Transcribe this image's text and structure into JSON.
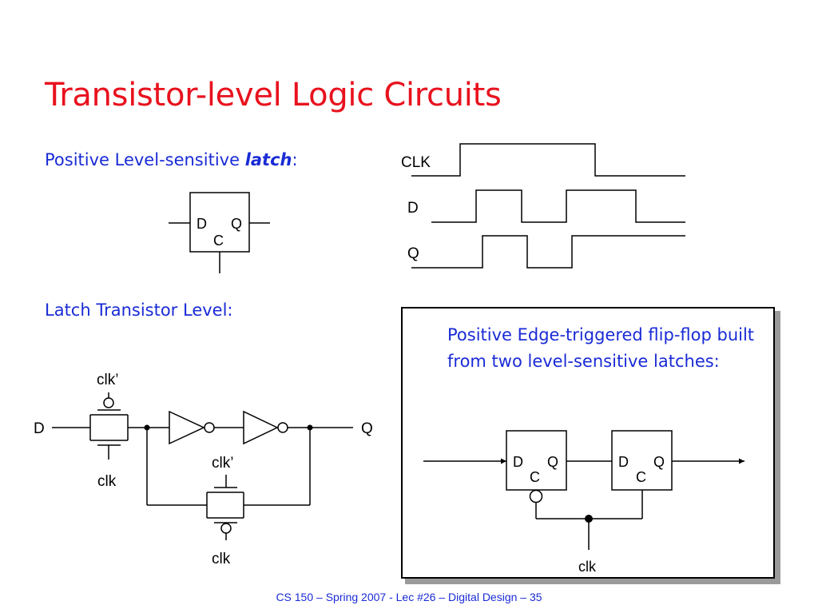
{
  "slide": {
    "title": "Transistor-level Logic Circuits",
    "caption_latch_prefix": "Positive Level-sensitive ",
    "caption_latch_bold": "latch",
    "caption_latch_suffix": ":",
    "caption_transistor": "Latch Transistor Level:",
    "box_text": "Positive Edge-triggered flip-flop built from two level-sensitive latches:",
    "footer": "CS 150 – Spring 2007 - Lec #26 – Digital Design  – 35"
  },
  "latch_symbol": {
    "d": "D",
    "q": "Q",
    "c": "C"
  },
  "waveforms": {
    "clk": "CLK",
    "d": "D",
    "q": "Q"
  },
  "transistor_circuit": {
    "in": "D",
    "out": "Q",
    "top_gate_bar": "clk’",
    "top_gate": "clk",
    "fb_gate_bar": "clk’",
    "fb_gate": "clk"
  },
  "flipflop": {
    "latch1": {
      "d": "D",
      "q": "Q",
      "c": "C"
    },
    "latch2": {
      "d": "D",
      "q": "Q",
      "c": "C"
    },
    "clk": "clk"
  },
  "colors": {
    "title": "#e8121e",
    "text": "#1a2bd6"
  }
}
